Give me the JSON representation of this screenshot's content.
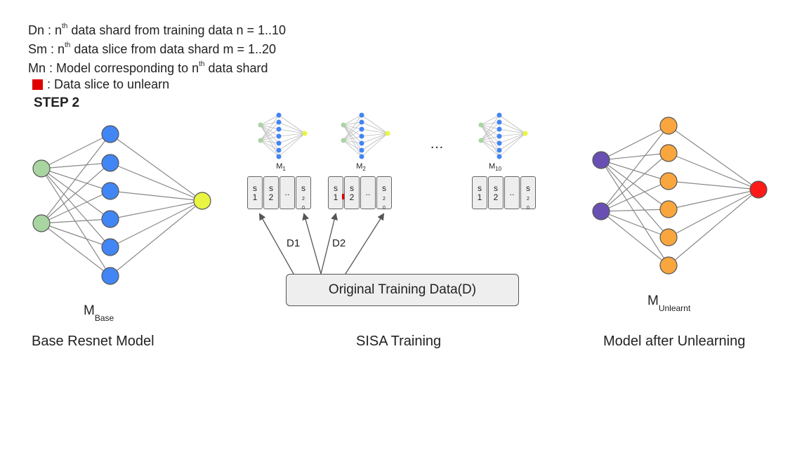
{
  "legend": {
    "dn": {
      "pre": "Dn : n",
      "sup": "th",
      "post": " data shard from training data n = 1..10"
    },
    "sm": {
      "pre": "Sm : n",
      "sup": "th",
      "post": " data slice from data shard m = 1..20"
    },
    "mn": {
      "pre": "Mn : Model corresponding to n",
      "sup": "th",
      "post": " data shard"
    },
    "unlearn": {
      "text": ": Data slice to unlearn",
      "color": "#e00000"
    }
  },
  "step_title": "STEP 2",
  "base": {
    "m": "M",
    "sub": "Base",
    "caption": "Base Resnet Model"
  },
  "sisa": {
    "caption": "SISA Training",
    "source_label": "Original Training Data(D)",
    "ellipsis": "…",
    "models": [
      {
        "m": "M",
        "sub": "1"
      },
      {
        "m": "M",
        "sub": "2"
      },
      {
        "m": "M",
        "sub": "10"
      }
    ],
    "shard_labels": [
      "D1",
      "D2"
    ],
    "slices": {
      "s1": {
        "top": "s",
        "bottom": "1"
      },
      "s2": {
        "top": "s",
        "bottom": "2"
      },
      "gap": "..",
      "s20": {
        "top": "s",
        "bottom": "2",
        "bottom2": "0"
      }
    }
  },
  "unlearnt": {
    "m": "M",
    "sub": "Unlearnt",
    "caption": "Model after Unlearning"
  },
  "colors": {
    "input_green": "#a8d5a0",
    "hidden_blue": "#4285f4",
    "output_yellow": "#e9f542",
    "input_purple": "#6a4fb3",
    "hidden_orange": "#f9a63f",
    "output_red": "#ff1a1a",
    "edge_gray": "#888888"
  }
}
